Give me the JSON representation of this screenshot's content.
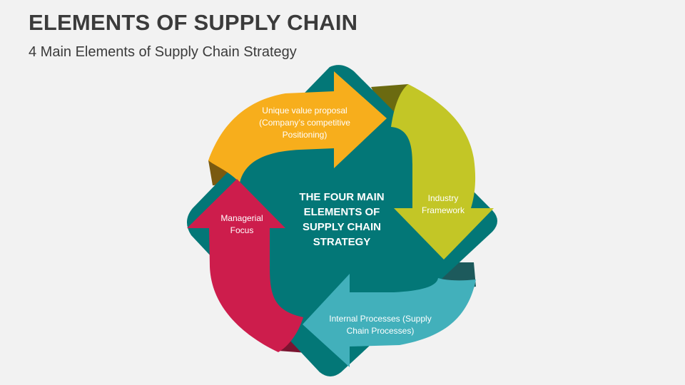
{
  "header": {
    "title": "ELEMENTS OF SUPPLY CHAIN",
    "subtitle": "4 Main Elements of Supply Chain Strategy"
  },
  "diagram": {
    "center": {
      "line1": "THE FOUR MAIN",
      "line2": "ELEMENTS OF",
      "line3": "SUPPLY CHAIN",
      "line4": "STRATEGY"
    },
    "elements": [
      {
        "id": "unique-value-proposal",
        "lines": [
          "Unique value proposal",
          "(Company’s  competitive",
          "Positioning)"
        ],
        "color": "#f7ae1c"
      },
      {
        "id": "industry-framework",
        "lines": [
          "Industry",
          "Framework"
        ],
        "color": "#c3c626"
      },
      {
        "id": "internal-processes",
        "lines": [
          "Internal Processes (Supply",
          "Chain Processes)"
        ],
        "color": "#42b0bb"
      },
      {
        "id": "managerial-focus",
        "lines": [
          "Managerial",
          "Focus"
        ],
        "color": "#cd1d4c"
      }
    ],
    "center_color": "#037777"
  }
}
